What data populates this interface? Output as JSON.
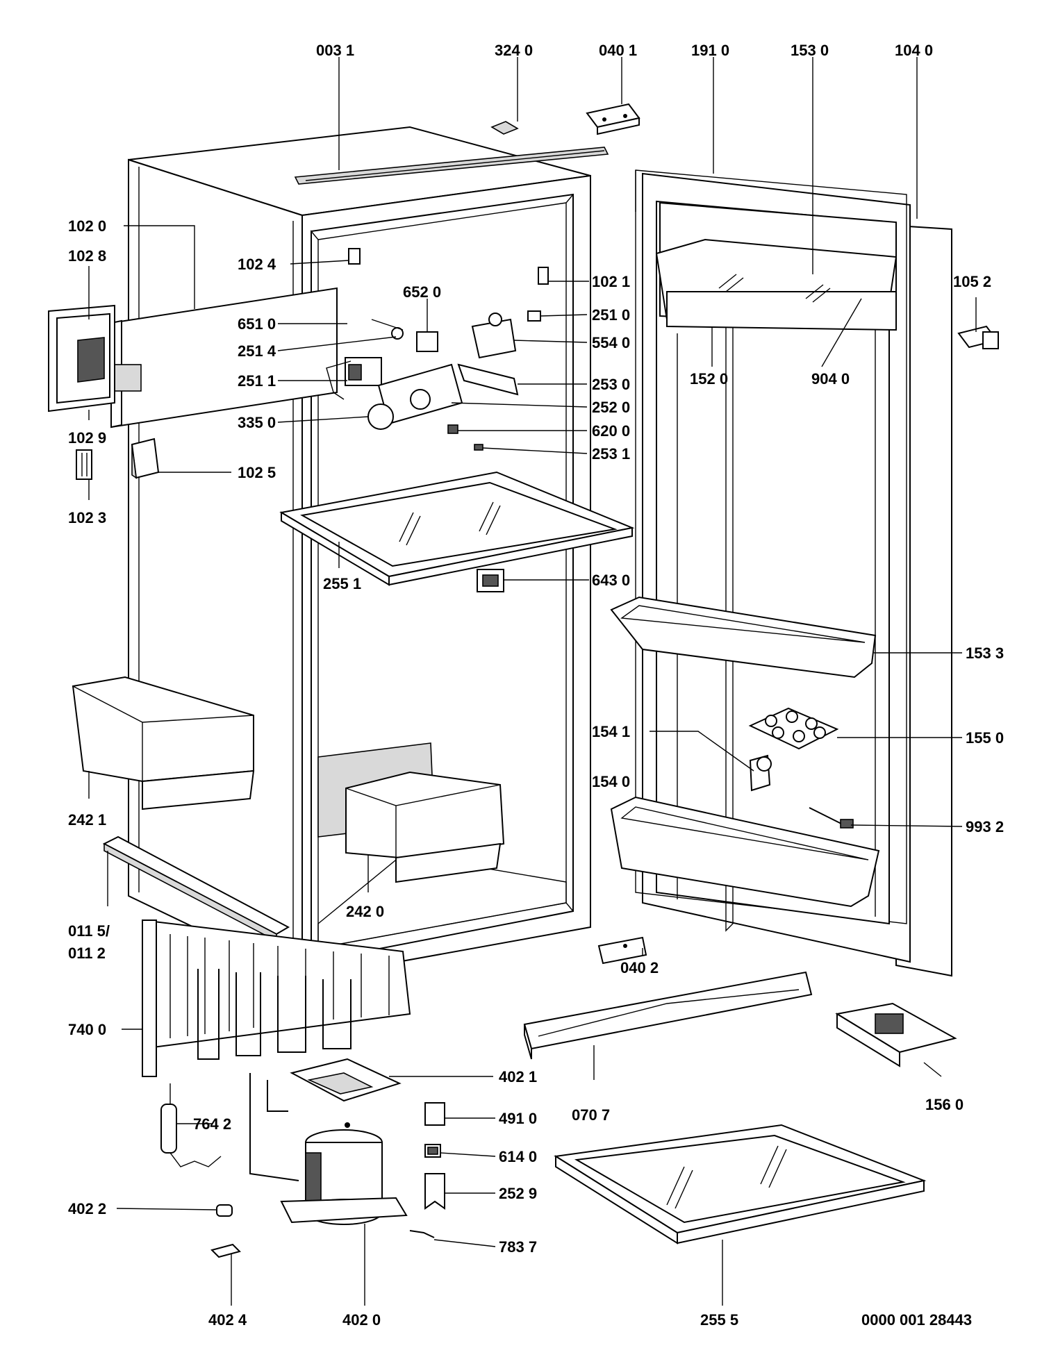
{
  "labels": {
    "p0031": "003 1",
    "p3240": "324 0",
    "p0401": "040 1",
    "p1910": "191 0",
    "p1530": "153 0",
    "p1040": "104 0",
    "p1020": "102 0",
    "p1028": "102 8",
    "p1024": "102 4",
    "p6520": "652 0",
    "p1021": "102 1",
    "p6510": "651 0",
    "p2510": "251 0",
    "p2514": "251 4",
    "p5540": "554 0",
    "p2511": "251 1",
    "p2530": "253 0",
    "p1520": "152 0",
    "p9040": "904 0",
    "p1052": "105 2",
    "p2520": "252 0",
    "p3350": "335 0",
    "p6200": "620 0",
    "p1029": "102 9",
    "p2531": "253 1",
    "p1025": "102 5",
    "p1023": "102 3",
    "p2551": "255 1",
    "p6430": "643 0",
    "p1533": "153 3",
    "p1541": "154 1",
    "p1550": "155 0",
    "p1540": "154 0",
    "p2421": "242 1",
    "p9932": "993 2",
    "p2420": "242 0",
    "p0115": "011 5/",
    "p0112": "011 2",
    "p0402": "040 2",
    "p7400": "740 0",
    "p4021": "402 1",
    "p1560": "156 0",
    "p7642": "764 2",
    "p4910": "491 0",
    "p0707": "070 7",
    "p6140": "614 0",
    "p4022": "402 2",
    "p2529": "252 9",
    "p7837": "783 7",
    "p4024": "402 4",
    "p4020": "402 0",
    "p2555": "255 5",
    "drawing_number": "0000 001 28443"
  }
}
